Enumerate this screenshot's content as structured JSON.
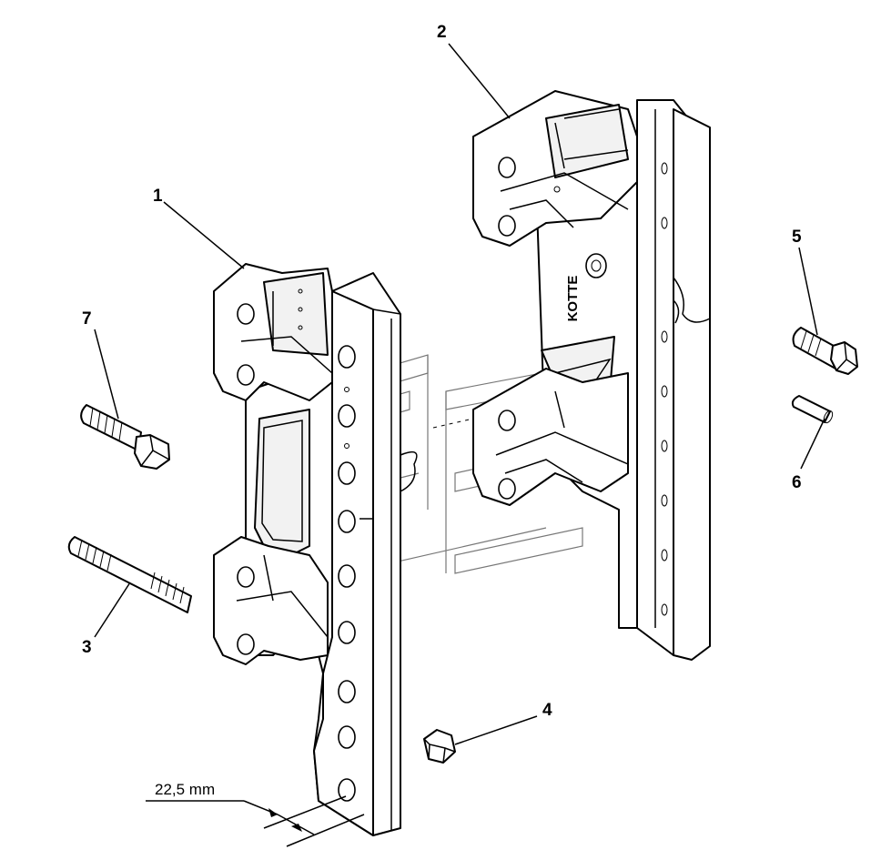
{
  "diagram": {
    "callouts": [
      {
        "id": "1",
        "text": "1"
      },
      {
        "id": "2",
        "text": "2"
      },
      {
        "id": "3",
        "text": "3"
      },
      {
        "id": "4",
        "text": "4"
      },
      {
        "id": "5",
        "text": "5"
      },
      {
        "id": "6",
        "text": "6"
      },
      {
        "id": "7",
        "text": "7"
      }
    ],
    "dimension": {
      "text": "22,5 mm"
    },
    "stamp_text": "KOTTE"
  },
  "colors": {
    "line": "#000000",
    "background": "#ffffff",
    "watermark": "#777777"
  }
}
